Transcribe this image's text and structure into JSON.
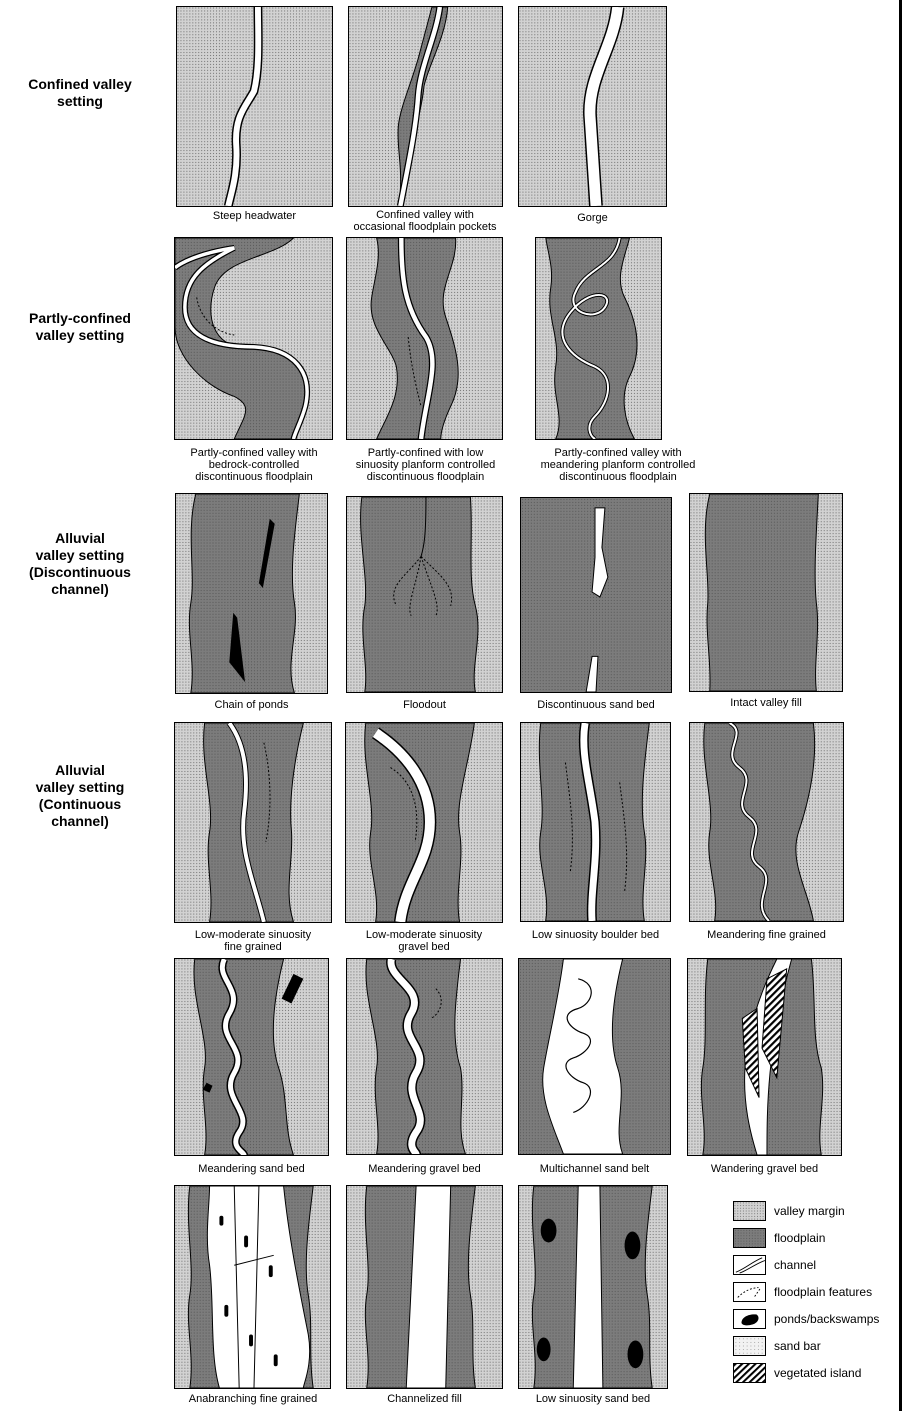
{
  "row_labels": [
    "Confined valley\nsetting",
    "Partly-confined\nvalley setting",
    "Alluvial\nvalley setting\n(Discontinuous\nchannel)",
    "Alluvial\nvalley setting\n(Continuous\nchannel)"
  ],
  "captions": [
    "Steep headwater",
    "Confined valley with\noccasional floodplain pockets",
    "Gorge",
    "Partly-confined valley with\nbedrock-controlled\ndiscontinuous floodplain",
    "Partly-confined with low\nsinuosity planform controlled\ndiscontinuous floodplain",
    "Partly-confined valley with\nmeandering planform controlled\ndiscontinuous floodplain",
    "Chain of ponds",
    "Floodout",
    "Discontinuous sand bed",
    "Intact valley fill",
    "Low-moderate sinuosity\nfine grained",
    "Low-moderate sinuosity\ngravel bed",
    "Low sinuosity boulder bed",
    "Meandering fine grained",
    "Meandering sand bed",
    "Meandering gravel bed",
    "Multichannel sand belt",
    "Wandering gravel bed",
    "Anabranching fine grained",
    "Channelized fill",
    "Low sinuosity sand bed"
  ],
  "legend": [
    {
      "label": "valley margin",
      "icon": "valley-margin-swatch"
    },
    {
      "label": "floodplain",
      "icon": "floodplain-swatch"
    },
    {
      "label": "channel",
      "icon": "channel-swatch"
    },
    {
      "label": "floodplain features",
      "icon": "floodplain-features-swatch"
    },
    {
      "label": "ponds/backswamps",
      "icon": "ponds-swatch"
    },
    {
      "label": "sand bar",
      "icon": "sand-bar-swatch"
    },
    {
      "label": "vegetated island",
      "icon": "vegetated-island-swatch"
    }
  ],
  "colors": {
    "valley_margin": "#cfcfcf",
    "floodplain": "#7a7a7a",
    "channel": "#ffffff",
    "pond": "#000000",
    "sand_bar": "#e6e6e6"
  }
}
